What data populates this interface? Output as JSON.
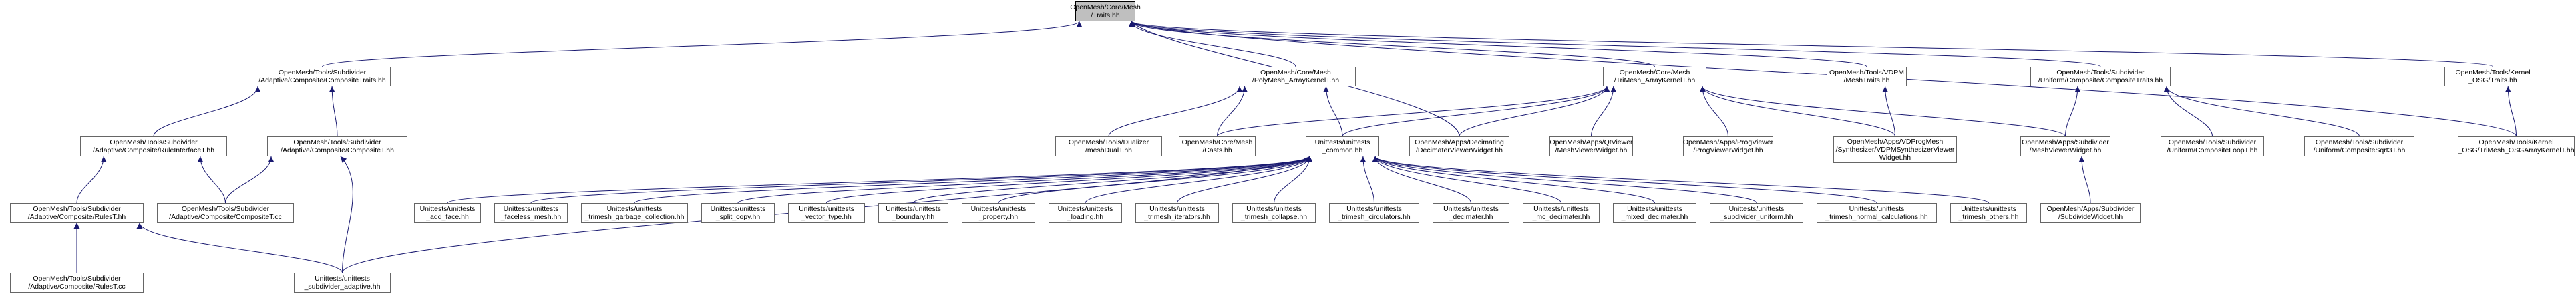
{
  "graph": {
    "root": "n_traits",
    "colors": {
      "edge": "#191970",
      "node_border": "#666666",
      "root_fill": "#bfbfbf"
    },
    "nodes": [
      {
        "id": "n_traits",
        "lines": [
          "OpenMesh/Core/Mesh",
          "/Traits.hh"
        ],
        "root": true
      },
      {
        "id": "n_comp_traits",
        "lines": [
          "OpenMesh/Tools/Subdivider",
          "/Adaptive/Composite/CompositeTraits.hh"
        ]
      },
      {
        "id": "n_poly_kernel",
        "lines": [
          "OpenMesh/Core/Mesh",
          "/PolyMesh_ArrayKernelT.hh"
        ]
      },
      {
        "id": "n_tri_kernel",
        "lines": [
          "OpenMesh/Core/Mesh",
          "/TriMesh_ArrayKernelT.hh"
        ]
      },
      {
        "id": "n_vdpm_traits",
        "lines": [
          "OpenMesh/Tools/VDPM",
          "/MeshTraits.hh"
        ]
      },
      {
        "id": "n_uni_comp_traits",
        "lines": [
          "OpenMesh/Tools/Subdivider",
          "/Uniform/Composite/CompositeTraits.hh"
        ]
      },
      {
        "id": "n_osg_traits",
        "lines": [
          "OpenMesh/Tools/Kernel",
          "_OSG/Traits.hh"
        ]
      },
      {
        "id": "n_rule_iface",
        "lines": [
          "OpenMesh/Tools/Subdivider",
          "/Adaptive/Composite/RuleInterfaceT.hh"
        ]
      },
      {
        "id": "n_compositeT_hh",
        "lines": [
          "OpenMesh/Tools/Subdivider",
          "/Adaptive/Composite/CompositeT.hh"
        ]
      },
      {
        "id": "n_mesh_dual",
        "lines": [
          "OpenMesh/Tools/Dualizer",
          "/meshDualT.hh"
        ]
      },
      {
        "id": "n_casts",
        "lines": [
          "OpenMesh/Core/Mesh",
          "/Casts.hh"
        ]
      },
      {
        "id": "n_ut_common",
        "lines": [
          "Unittests/unittests",
          "_common.hh"
        ]
      },
      {
        "id": "n_decim_viewer",
        "lines": [
          "OpenMesh/Apps/Decimating",
          "/DecimaterViewerWidget.hh"
        ]
      },
      {
        "id": "n_qt_viewer",
        "lines": [
          "OpenMesh/Apps/QtViewer",
          "/MeshViewerWidget.hh"
        ]
      },
      {
        "id": "n_prog_viewer",
        "lines": [
          "OpenMesh/Apps/ProgViewer",
          "/ProgViewerWidget.hh"
        ]
      },
      {
        "id": "n_vdpm_synth",
        "lines": [
          "OpenMesh/Apps/VDProgMesh",
          "/Synthesizer/VDPMSynthesizerViewer",
          "Widget.hh"
        ]
      },
      {
        "id": "n_subdiv_viewer",
        "lines": [
          "OpenMesh/Apps/Subdivider",
          "/MeshViewerWidget.hh"
        ]
      },
      {
        "id": "n_comp_loop",
        "lines": [
          "OpenMesh/Tools/Subdivider",
          "/Uniform/CompositeLoopT.hh"
        ]
      },
      {
        "id": "n_comp_sqrt3",
        "lines": [
          "OpenMesh/Tools/Subdivider",
          "/Uniform/CompositeSqrt3T.hh"
        ]
      },
      {
        "id": "n_osg_trimesh",
        "lines": [
          "OpenMesh/Tools/Kernel",
          "_OSG/TriMesh_OSGArrayKernelT.hh"
        ]
      },
      {
        "id": "n_rulesT_hh",
        "lines": [
          "OpenMesh/Tools/Subdivider",
          "/Adaptive/Composite/RulesT.hh"
        ]
      },
      {
        "id": "n_compositeT_cc",
        "lines": [
          "OpenMesh/Tools/Subdivider",
          "/Adaptive/Composite/CompositeT.cc"
        ]
      },
      {
        "id": "n_ut_add_face",
        "lines": [
          "Unittests/unittests",
          "_add_face.hh"
        ]
      },
      {
        "id": "n_ut_faceless",
        "lines": [
          "Unittests/unittests",
          "_faceless_mesh.hh"
        ]
      },
      {
        "id": "n_ut_trimesh_gc",
        "lines": [
          "Unittests/unittests",
          "_trimesh_garbage_collection.hh"
        ]
      },
      {
        "id": "n_ut_split_copy",
        "lines": [
          "Unittests/unittests",
          "_split_copy.hh"
        ]
      },
      {
        "id": "n_ut_vector_type",
        "lines": [
          "Unittests/unittests",
          "_vector_type.hh"
        ]
      },
      {
        "id": "n_ut_boundary",
        "lines": [
          "Unittests/unittests",
          "_boundary.hh"
        ]
      },
      {
        "id": "n_ut_property",
        "lines": [
          "Unittests/unittests",
          "_property.hh"
        ]
      },
      {
        "id": "n_ut_loading",
        "lines": [
          "Unittests/unittests",
          "_loading.hh"
        ]
      },
      {
        "id": "n_ut_trimesh_iter",
        "lines": [
          "Unittests/unittests",
          "_trimesh_iterators.hh"
        ]
      },
      {
        "id": "n_ut_trimesh_collapse",
        "lines": [
          "Unittests/unittests",
          "_trimesh_collapse.hh"
        ]
      },
      {
        "id": "n_ut_trimesh_circ",
        "lines": [
          "Unittests/unittests",
          "_trimesh_circulators.hh"
        ]
      },
      {
        "id": "n_ut_decimater",
        "lines": [
          "Unittests/unittests",
          "_decimater.hh"
        ]
      },
      {
        "id": "n_ut_mc_decimater",
        "lines": [
          "Unittests/unittests",
          "_mc_decimater.hh"
        ]
      },
      {
        "id": "n_ut_mixed_decimater",
        "lines": [
          "Unittests/unittests",
          "_mixed_decimater.hh"
        ]
      },
      {
        "id": "n_ut_subdiv_uniform",
        "lines": [
          "Unittests/unittests",
          "_subdivider_uniform.hh"
        ]
      },
      {
        "id": "n_ut_normal_calc",
        "lines": [
          "Unittests/unittests",
          "_trimesh_normal_calculations.hh"
        ]
      },
      {
        "id": "n_ut_trimesh_others",
        "lines": [
          "Unittests/unittests",
          "_trimesh_others.hh"
        ]
      },
      {
        "id": "n_subdiv_widget",
        "lines": [
          "OpenMesh/Apps/Subdivider",
          "/SubdivideWidget.hh"
        ]
      },
      {
        "id": "n_rulesT_cc",
        "lines": [
          "OpenMesh/Tools/Subdivider",
          "/Adaptive/Composite/RulesT.cc"
        ]
      },
      {
        "id": "n_ut_subdiv_adaptive",
        "lines": [
          "Unittests/unittests",
          "_subdivider_adaptive.hh"
        ]
      }
    ],
    "edges": [
      [
        "n_comp_traits",
        "n_traits"
      ],
      [
        "n_poly_kernel",
        "n_traits"
      ],
      [
        "n_tri_kernel",
        "n_traits"
      ],
      [
        "n_vdpm_traits",
        "n_traits"
      ],
      [
        "n_uni_comp_traits",
        "n_traits"
      ],
      [
        "n_osg_traits",
        "n_traits"
      ],
      [
        "n_decim_viewer",
        "n_traits"
      ],
      [
        "n_osg_trimesh",
        "n_traits"
      ],
      [
        "n_rule_iface",
        "n_comp_traits"
      ],
      [
        "n_compositeT_hh",
        "n_comp_traits"
      ],
      [
        "n_mesh_dual",
        "n_poly_kernel"
      ],
      [
        "n_casts",
        "n_poly_kernel"
      ],
      [
        "n_ut_common",
        "n_poly_kernel"
      ],
      [
        "n_casts",
        "n_tri_kernel"
      ],
      [
        "n_ut_common",
        "n_tri_kernel"
      ],
      [
        "n_decim_viewer",
        "n_tri_kernel"
      ],
      [
        "n_qt_viewer",
        "n_tri_kernel"
      ],
      [
        "n_prog_viewer",
        "n_tri_kernel"
      ],
      [
        "n_vdpm_synth",
        "n_tri_kernel"
      ],
      [
        "n_subdiv_viewer",
        "n_tri_kernel"
      ],
      [
        "n_vdpm_synth",
        "n_vdpm_traits"
      ],
      [
        "n_subdiv_viewer",
        "n_uni_comp_traits"
      ],
      [
        "n_comp_loop",
        "n_uni_comp_traits"
      ],
      [
        "n_comp_sqrt3",
        "n_uni_comp_traits"
      ],
      [
        "n_osg_trimesh",
        "n_osg_traits"
      ],
      [
        "n_rulesT_hh",
        "n_rule_iface"
      ],
      [
        "n_compositeT_cc",
        "n_rule_iface"
      ],
      [
        "n_compositeT_cc",
        "n_compositeT_hh"
      ],
      [
        "n_ut_subdiv_adaptive",
        "n_compositeT_hh"
      ],
      [
        "n_rulesT_cc",
        "n_rulesT_hh"
      ],
      [
        "n_ut_subdiv_adaptive",
        "n_rulesT_hh"
      ],
      [
        "n_subdiv_widget",
        "n_subdiv_viewer"
      ],
      [
        "n_ut_add_face",
        "n_ut_common"
      ],
      [
        "n_ut_faceless",
        "n_ut_common"
      ],
      [
        "n_ut_trimesh_gc",
        "n_ut_common"
      ],
      [
        "n_ut_split_copy",
        "n_ut_common"
      ],
      [
        "n_ut_vector_type",
        "n_ut_common"
      ],
      [
        "n_ut_boundary",
        "n_ut_common"
      ],
      [
        "n_ut_property",
        "n_ut_common"
      ],
      [
        "n_ut_loading",
        "n_ut_common"
      ],
      [
        "n_ut_trimesh_iter",
        "n_ut_common"
      ],
      [
        "n_ut_trimesh_collapse",
        "n_ut_common"
      ],
      [
        "n_ut_trimesh_circ",
        "n_ut_common"
      ],
      [
        "n_ut_decimater",
        "n_ut_common"
      ],
      [
        "n_ut_mc_decimater",
        "n_ut_common"
      ],
      [
        "n_ut_mixed_decimater",
        "n_ut_common"
      ],
      [
        "n_ut_subdiv_uniform",
        "n_ut_common"
      ],
      [
        "n_ut_normal_calc",
        "n_ut_common"
      ],
      [
        "n_ut_trimesh_others",
        "n_ut_common"
      ],
      [
        "n_ut_subdiv_adaptive",
        "n_ut_common"
      ]
    ]
  }
}
